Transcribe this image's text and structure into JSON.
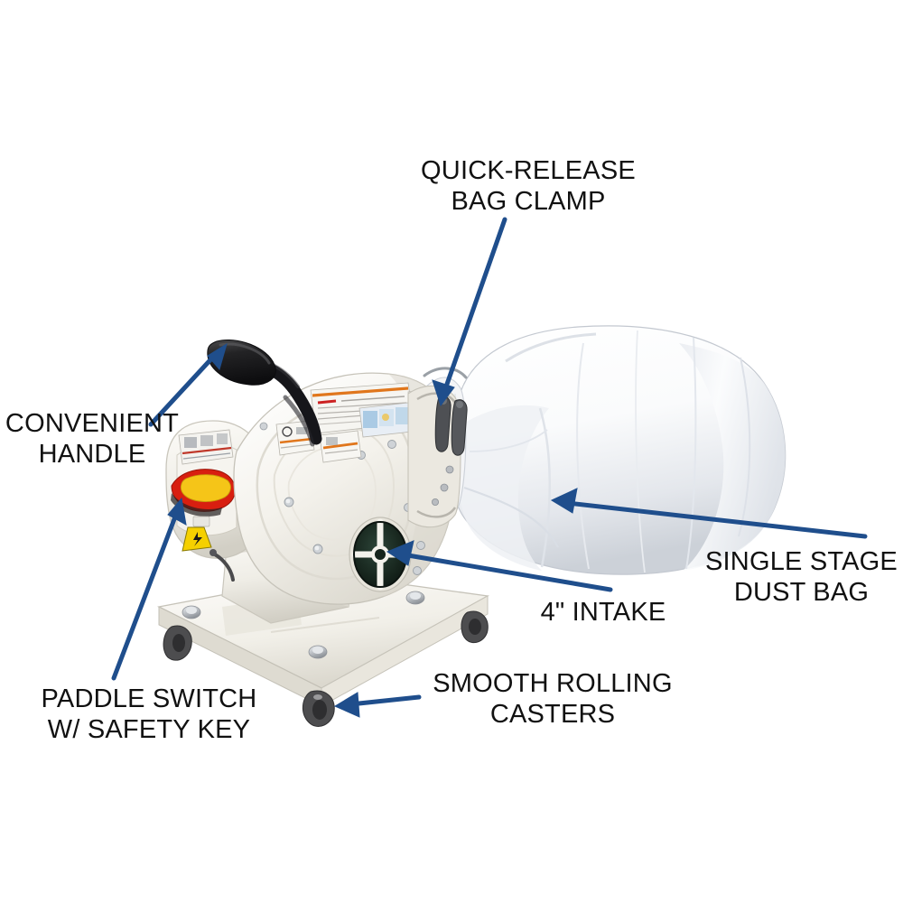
{
  "image": {
    "type": "product-feature-diagram",
    "subject": "Single stage portable dust collector with bag",
    "background_color": "#ffffff",
    "arrow_color": "#1f4e8c",
    "text_color": "#111111"
  },
  "callouts": [
    {
      "id": "quick-release-bag-clamp",
      "text": "QUICK-RELEASE\nBAG CLAMP",
      "align": "center",
      "points_to": "bag clamp lever at machine/bag junction"
    },
    {
      "id": "convenient-handle",
      "text": "CONVENIENT\nHANDLE",
      "align": "center",
      "points_to": "black rubber grip handle on top"
    },
    {
      "id": "single-stage-dust-bag",
      "text": "SINGLE STAGE\nDUST BAG",
      "align": "center",
      "points_to": "large white fabric collection bag"
    },
    {
      "id": "four-inch-intake",
      "text": "4\" INTAKE",
      "align": "center",
      "points_to": "dark circular intake port with spoke grille"
    },
    {
      "id": "paddle-switch-safety-key",
      "text": "PADDLE SWITCH\nW/ SAFETY KEY",
      "align": "center",
      "points_to": "red and yellow paddle switch on motor side"
    },
    {
      "id": "smooth-rolling-casters",
      "text": "SMOOTH ROLLING\nCASTERS",
      "align": "center",
      "points_to": "dark grey swivel caster at base corner"
    }
  ],
  "machine_parts": {
    "body_color": "#f2f0e9",
    "body_shadow": "#cfccc2",
    "handle_color": "#1a1a1a",
    "intake_color": "#1b2b21",
    "switch_red": "#d81f10",
    "switch_yellow": "#f5c518",
    "hazard_label_color": "#f5d000",
    "caster_color": "#4a4a4a",
    "bolt_color": "#b9bcc0",
    "bag_color": "#fbfbfb",
    "bag_shadow": "#d8dbe0",
    "decal_orange": "#e0761c",
    "decal_red": "#cc2222"
  }
}
